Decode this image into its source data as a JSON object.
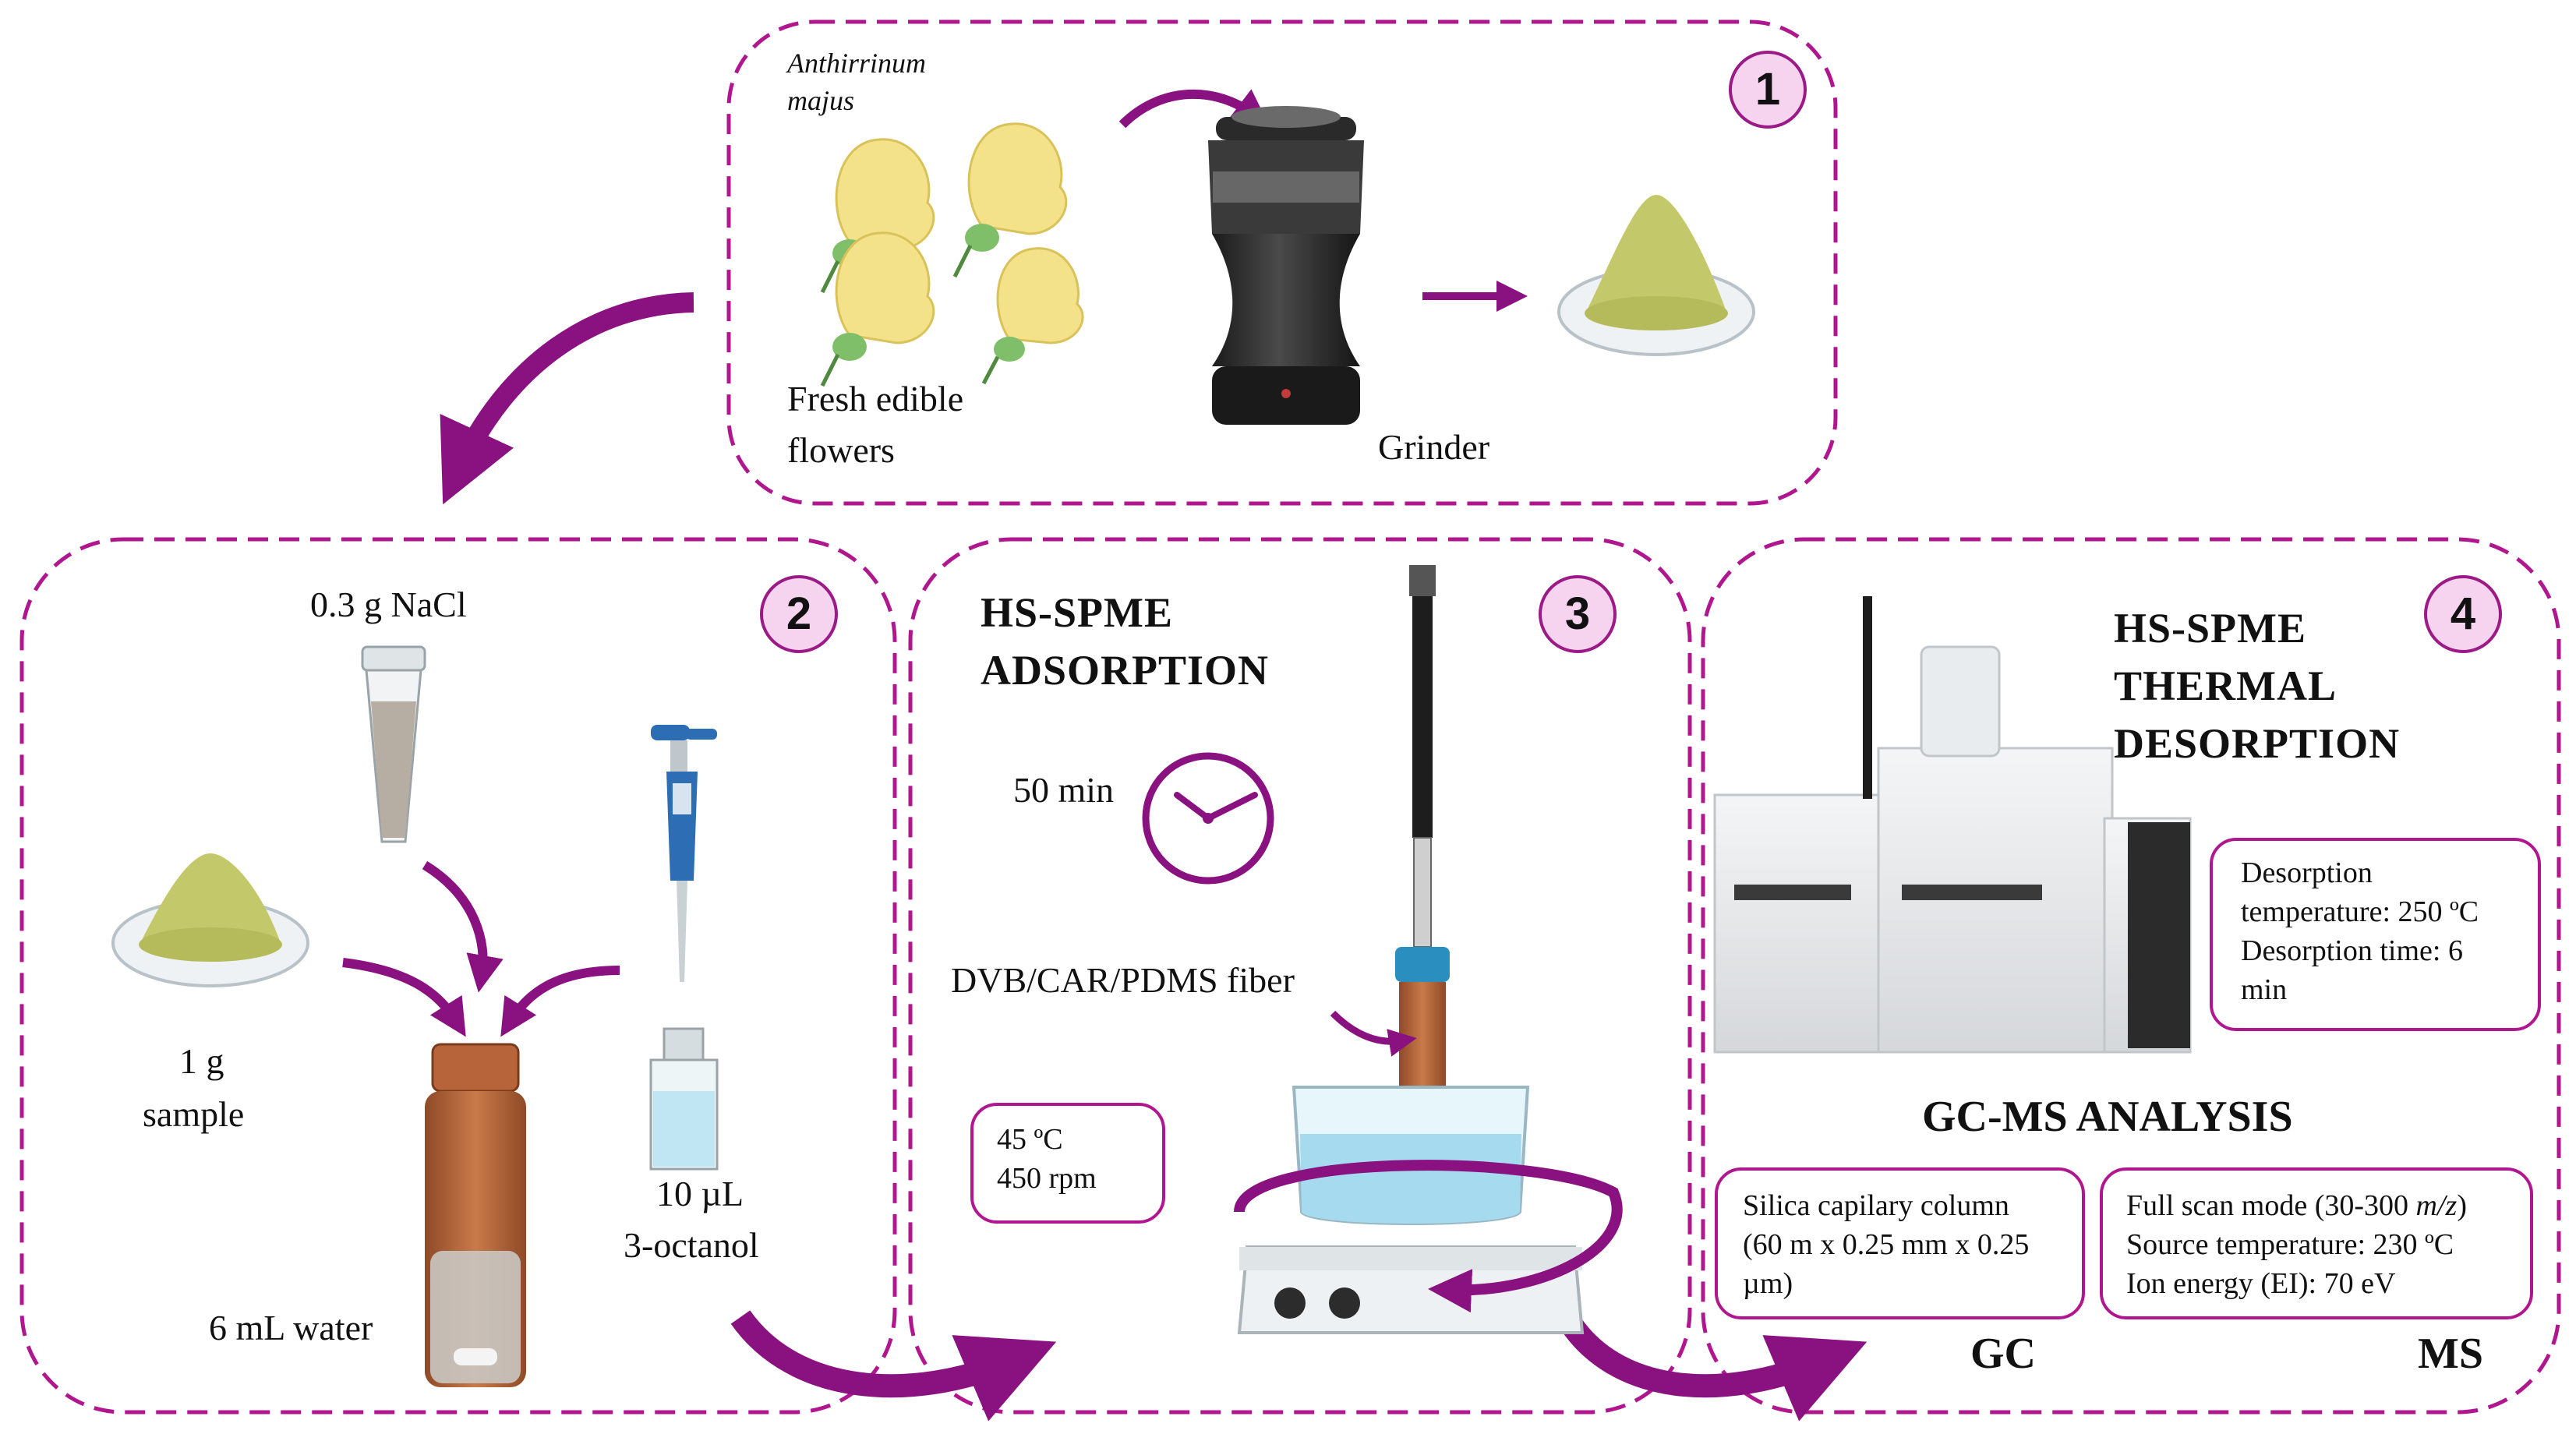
{
  "step1": {
    "number": "1",
    "species": [
      "Anthirrinum",
      "majus"
    ],
    "flowers_label": [
      "Fresh edible",
      "flowers"
    ],
    "grinder_label": "Grinder"
  },
  "step2": {
    "number": "2",
    "nacl": "0.3 g NaCl",
    "sample": [
      "1 g",
      "sample"
    ],
    "water": "6 mL water",
    "octanol": [
      "10 µL",
      "3-octanol"
    ]
  },
  "step3": {
    "number": "3",
    "title": [
      "HS-SPME",
      "ADSORPTION"
    ],
    "time": "50 min",
    "fiber": "DVB/CAR/PDMS fiber",
    "conditions": [
      "45 ºC",
      "450 rpm"
    ]
  },
  "step4": {
    "number": "4",
    "title": [
      "HS-SPME",
      "THERMAL",
      "DESORPTION"
    ],
    "desorption": [
      "Desorption",
      "temperature: 250 ºC",
      "Desorption time: 6",
      "min"
    ],
    "analysis_title": "GC-MS ANALYSIS",
    "gc_box": [
      "Silica capilary column",
      "(60 m x 0.25 mm x 0.25",
      "µm)"
    ],
    "ms_box_line1_pre": "Full scan mode (30-300 ",
    "ms_box_line1_unit": "m/z",
    "ms_box_line1_post": ")",
    "ms_box": [
      "Source temperature: 230 ºC",
      "Ion energy (EI): 70 eV"
    ],
    "gc_label": "GC",
    "ms_label": "MS"
  },
  "colors": {
    "frame": "#b0178f",
    "arrow": "#8a1180",
    "badge_fill": "#f6d3ef",
    "powder": "#c3c96a",
    "flower": "#f4e28a",
    "vial": "#b8643a",
    "water": "#bfe6f2"
  }
}
